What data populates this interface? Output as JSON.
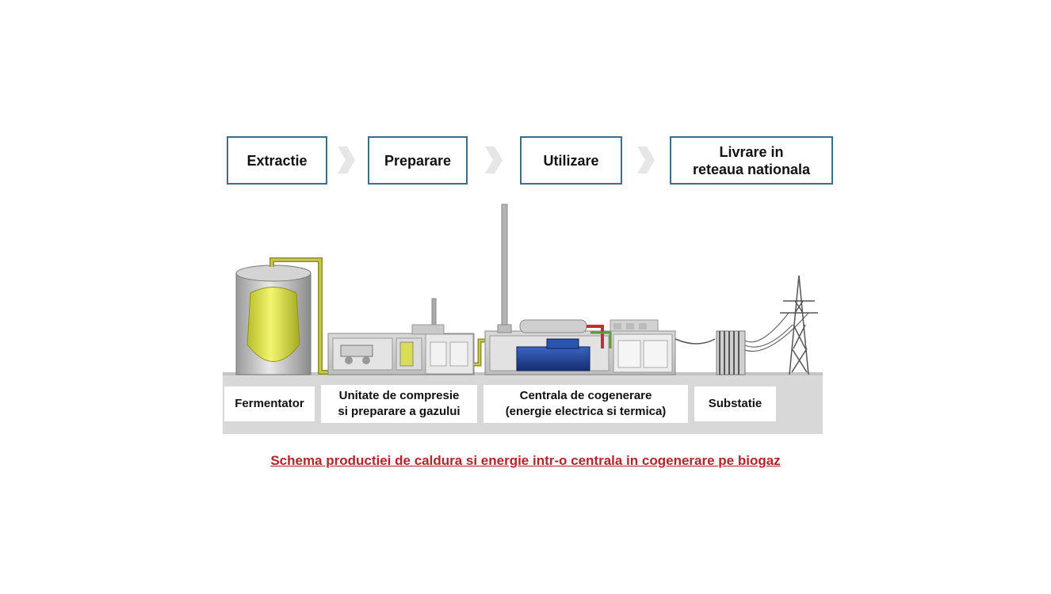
{
  "process_steps": [
    {
      "label": "Extractie"
    },
    {
      "label": "Preparare"
    },
    {
      "label": "Utilizare"
    },
    {
      "label": "Livrare in\nreteaua nationala"
    }
  ],
  "component_labels": [
    {
      "label": "Fermentator"
    },
    {
      "label": "Unitate de compresie\nsi preparare a gazului"
    },
    {
      "label": "Centrala de cogenerare\n(energie electrica si termica)"
    },
    {
      "label": "Substatie"
    }
  ],
  "caption": "Schema productiei de caldura si energie intr-o centrala in cogenerare pe biogaz",
  "colors": {
    "step_border": "#3d6e82",
    "caption": "#b0262b",
    "gas_pipe": "#b8b83a",
    "digester_fill": "#e6ec5a",
    "engine": "#1f3f8f",
    "heat_pipe": "#c0302f"
  }
}
